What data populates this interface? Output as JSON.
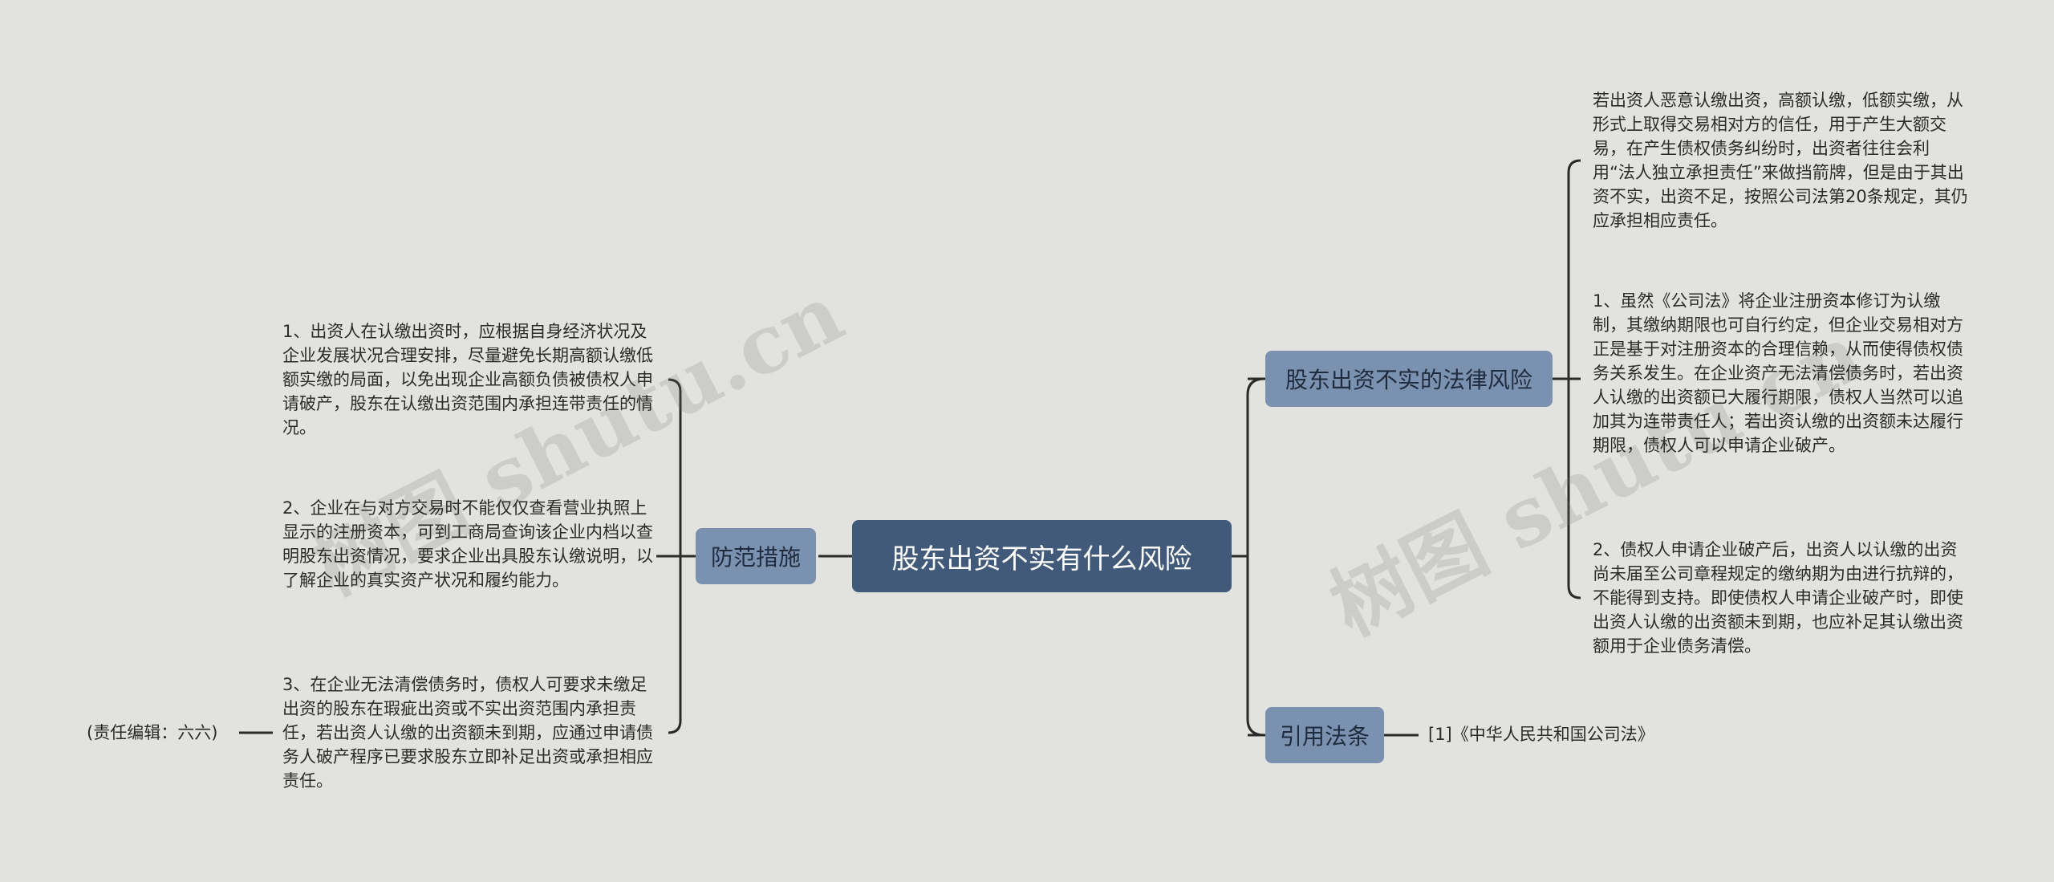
{
  "root": "股东出资不实有什么风险",
  "left": {
    "branch": "防范措施",
    "items": [
      "1、出资人在认缴出资时，应根据自身经济状况及企业发展状况合理安排，尽量避免长期高额认缴低额实缴的局面，以免出现企业高额负债被债权人申请破产，股东在认缴出资范围内承担连带责任的情况。",
      "2、企业在与对方交易时不能仅仅查看营业执照上显示的注册资本，可到工商局查询该企业内档以查明股东出资情况，要求企业出具股东认缴说明，以了解企业的真实资产状况和履约能力。",
      "3、在企业无法清偿债务时，债权人可要求未缴足出资的股东在瑕疵出资或不实出资范围内承担责任，若出资人认缴的出资额未到期，应通过申请债务人破产程序已要求股东立即补足出资或承担相应责任。"
    ],
    "editor": "(责任编辑：六六)"
  },
  "right": {
    "branch1": "股东出资不实的法律风险",
    "items": [
      "若出资人恶意认缴出资，高额认缴，低额实缴，从形式上取得交易相对方的信任，用于产生大额交易，在产生债权债务纠纷时，出资者往往会利用“法人独立承担责任”来做挡箭牌，但是由于其出资不实，出资不足，按照公司法第20条规定，其仍应承担相应责任。",
      "1、虽然《公司法》将企业注册资本修订为认缴制，其缴纳期限也可自行约定，但企业交易相对方正是基于对注册资本的合理信赖，从而使得债权债务关系发生。在企业资产无法清偿债务时，若出资人认缴的出资额已大履行期限，债权人当然可以追加其为连带责任人；若出资认缴的出资额未达履行期限，债权人可以申请企业破产。",
      "2、债权人申请企业破产后，出资人以认缴的出资尚未届至公司章程规定的缴纳期为由进行抗辩的，不能得到支持。即使债权人申请企业破产时，即使出资人认缴的出资额未到期，也应补足其认缴出资额用于企业债务清偿。"
    ],
    "branch2": "引用法条",
    "citation": "[1]《中华人民共和国公司法》"
  },
  "watermarks": [
    "树图 shutu.cn",
    "树图 shutu.cn"
  ]
}
